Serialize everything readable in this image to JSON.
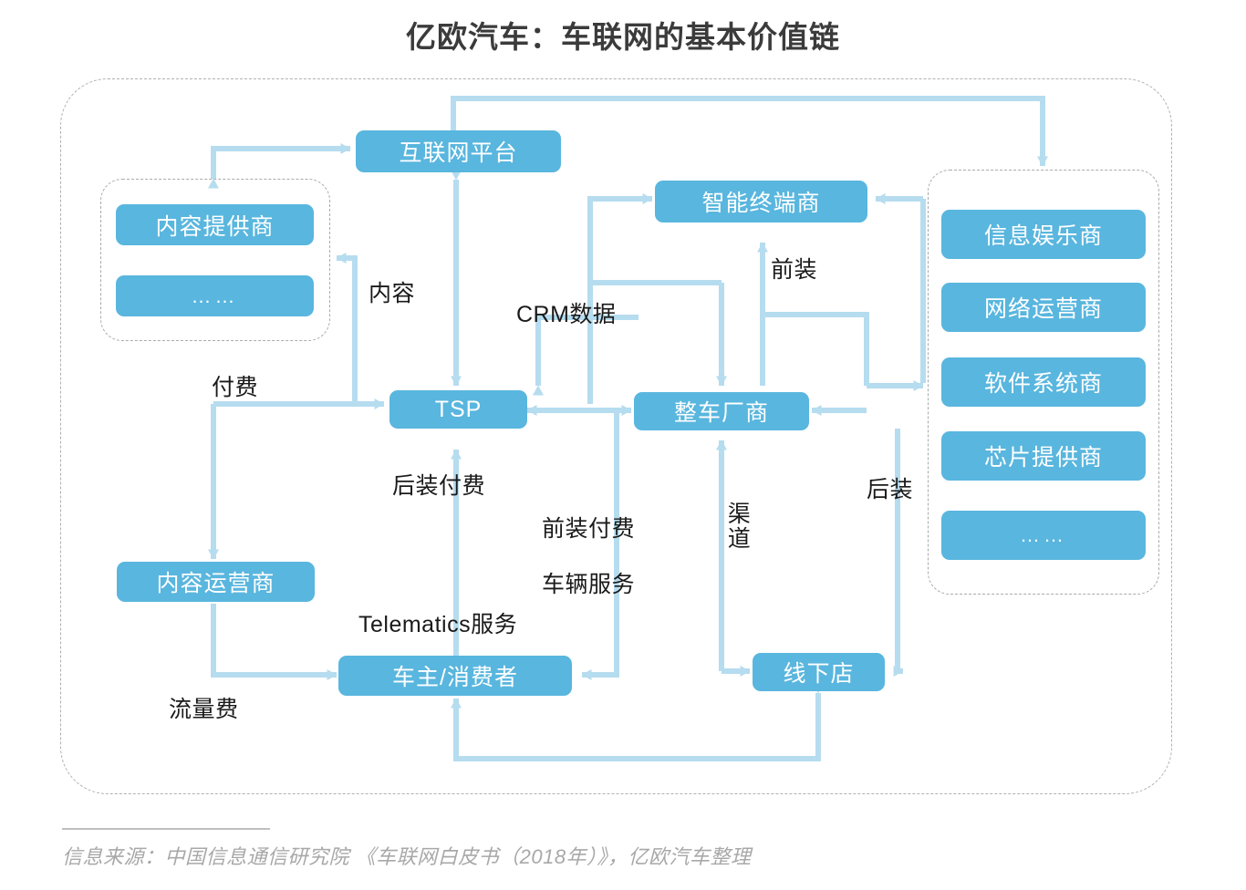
{
  "page": {
    "title": "亿欧汽车：车联网的基本价值链",
    "source_note": "信息来源：中国信息通信研究院 《车联网白皮书（2018年）》，亿欧汽车整理"
  },
  "colors": {
    "node_fill": "#59b6de",
    "node_text": "#ffffff",
    "arrow": "#b6dcef",
    "frame_dash": "#b0b0b0",
    "title_text": "#3b3b3b",
    "label_text": "#1a1a1a",
    "source_text": "#a8a8a8"
  },
  "nodes": [
    {
      "id": "internet-platform",
      "label": "互联网平台"
    },
    {
      "id": "content-provider",
      "label": "内容提供商"
    },
    {
      "id": "content-provider-more",
      "label": "……"
    },
    {
      "id": "smart-terminal",
      "label": "智能终端商"
    },
    {
      "id": "tsp",
      "label": "TSP"
    },
    {
      "id": "oem",
      "label": "整车厂商"
    },
    {
      "id": "content-operator",
      "label": "内容运营商"
    },
    {
      "id": "car-owner",
      "label": "车主/消费者"
    },
    {
      "id": "offline-store",
      "label": "线下店"
    },
    {
      "id": "infotainment",
      "label": "信息娱乐商"
    },
    {
      "id": "network-operator",
      "label": "网络运营商"
    },
    {
      "id": "software-system",
      "label": "软件系统商"
    },
    {
      "id": "chip-provider",
      "label": "芯片提供商"
    },
    {
      "id": "supplier-more",
      "label": "……"
    }
  ],
  "groups": [
    {
      "id": "group-content-providers",
      "members": [
        "content-provider",
        "content-provider-more"
      ]
    },
    {
      "id": "group-suppliers",
      "members": [
        "infotainment",
        "network-operator",
        "software-system",
        "chip-provider",
        "supplier-more"
      ]
    }
  ],
  "edge_labels": [
    {
      "id": "content",
      "text": "内容"
    },
    {
      "id": "crm-data",
      "text": "CRM数据"
    },
    {
      "id": "pre-install",
      "text": "前装"
    },
    {
      "id": "payment",
      "text": "付费"
    },
    {
      "id": "post-install-payment",
      "text": "后装付费"
    },
    {
      "id": "pre-install-payment",
      "text": "前装付费"
    },
    {
      "id": "vehicle-service",
      "text": "车辆服务"
    },
    {
      "id": "telematics-service",
      "text": "Telematics服务"
    },
    {
      "id": "data-fee",
      "text": "流量费"
    },
    {
      "id": "channel",
      "text": "渠道"
    },
    {
      "id": "post-install",
      "text": "后装"
    }
  ]
}
